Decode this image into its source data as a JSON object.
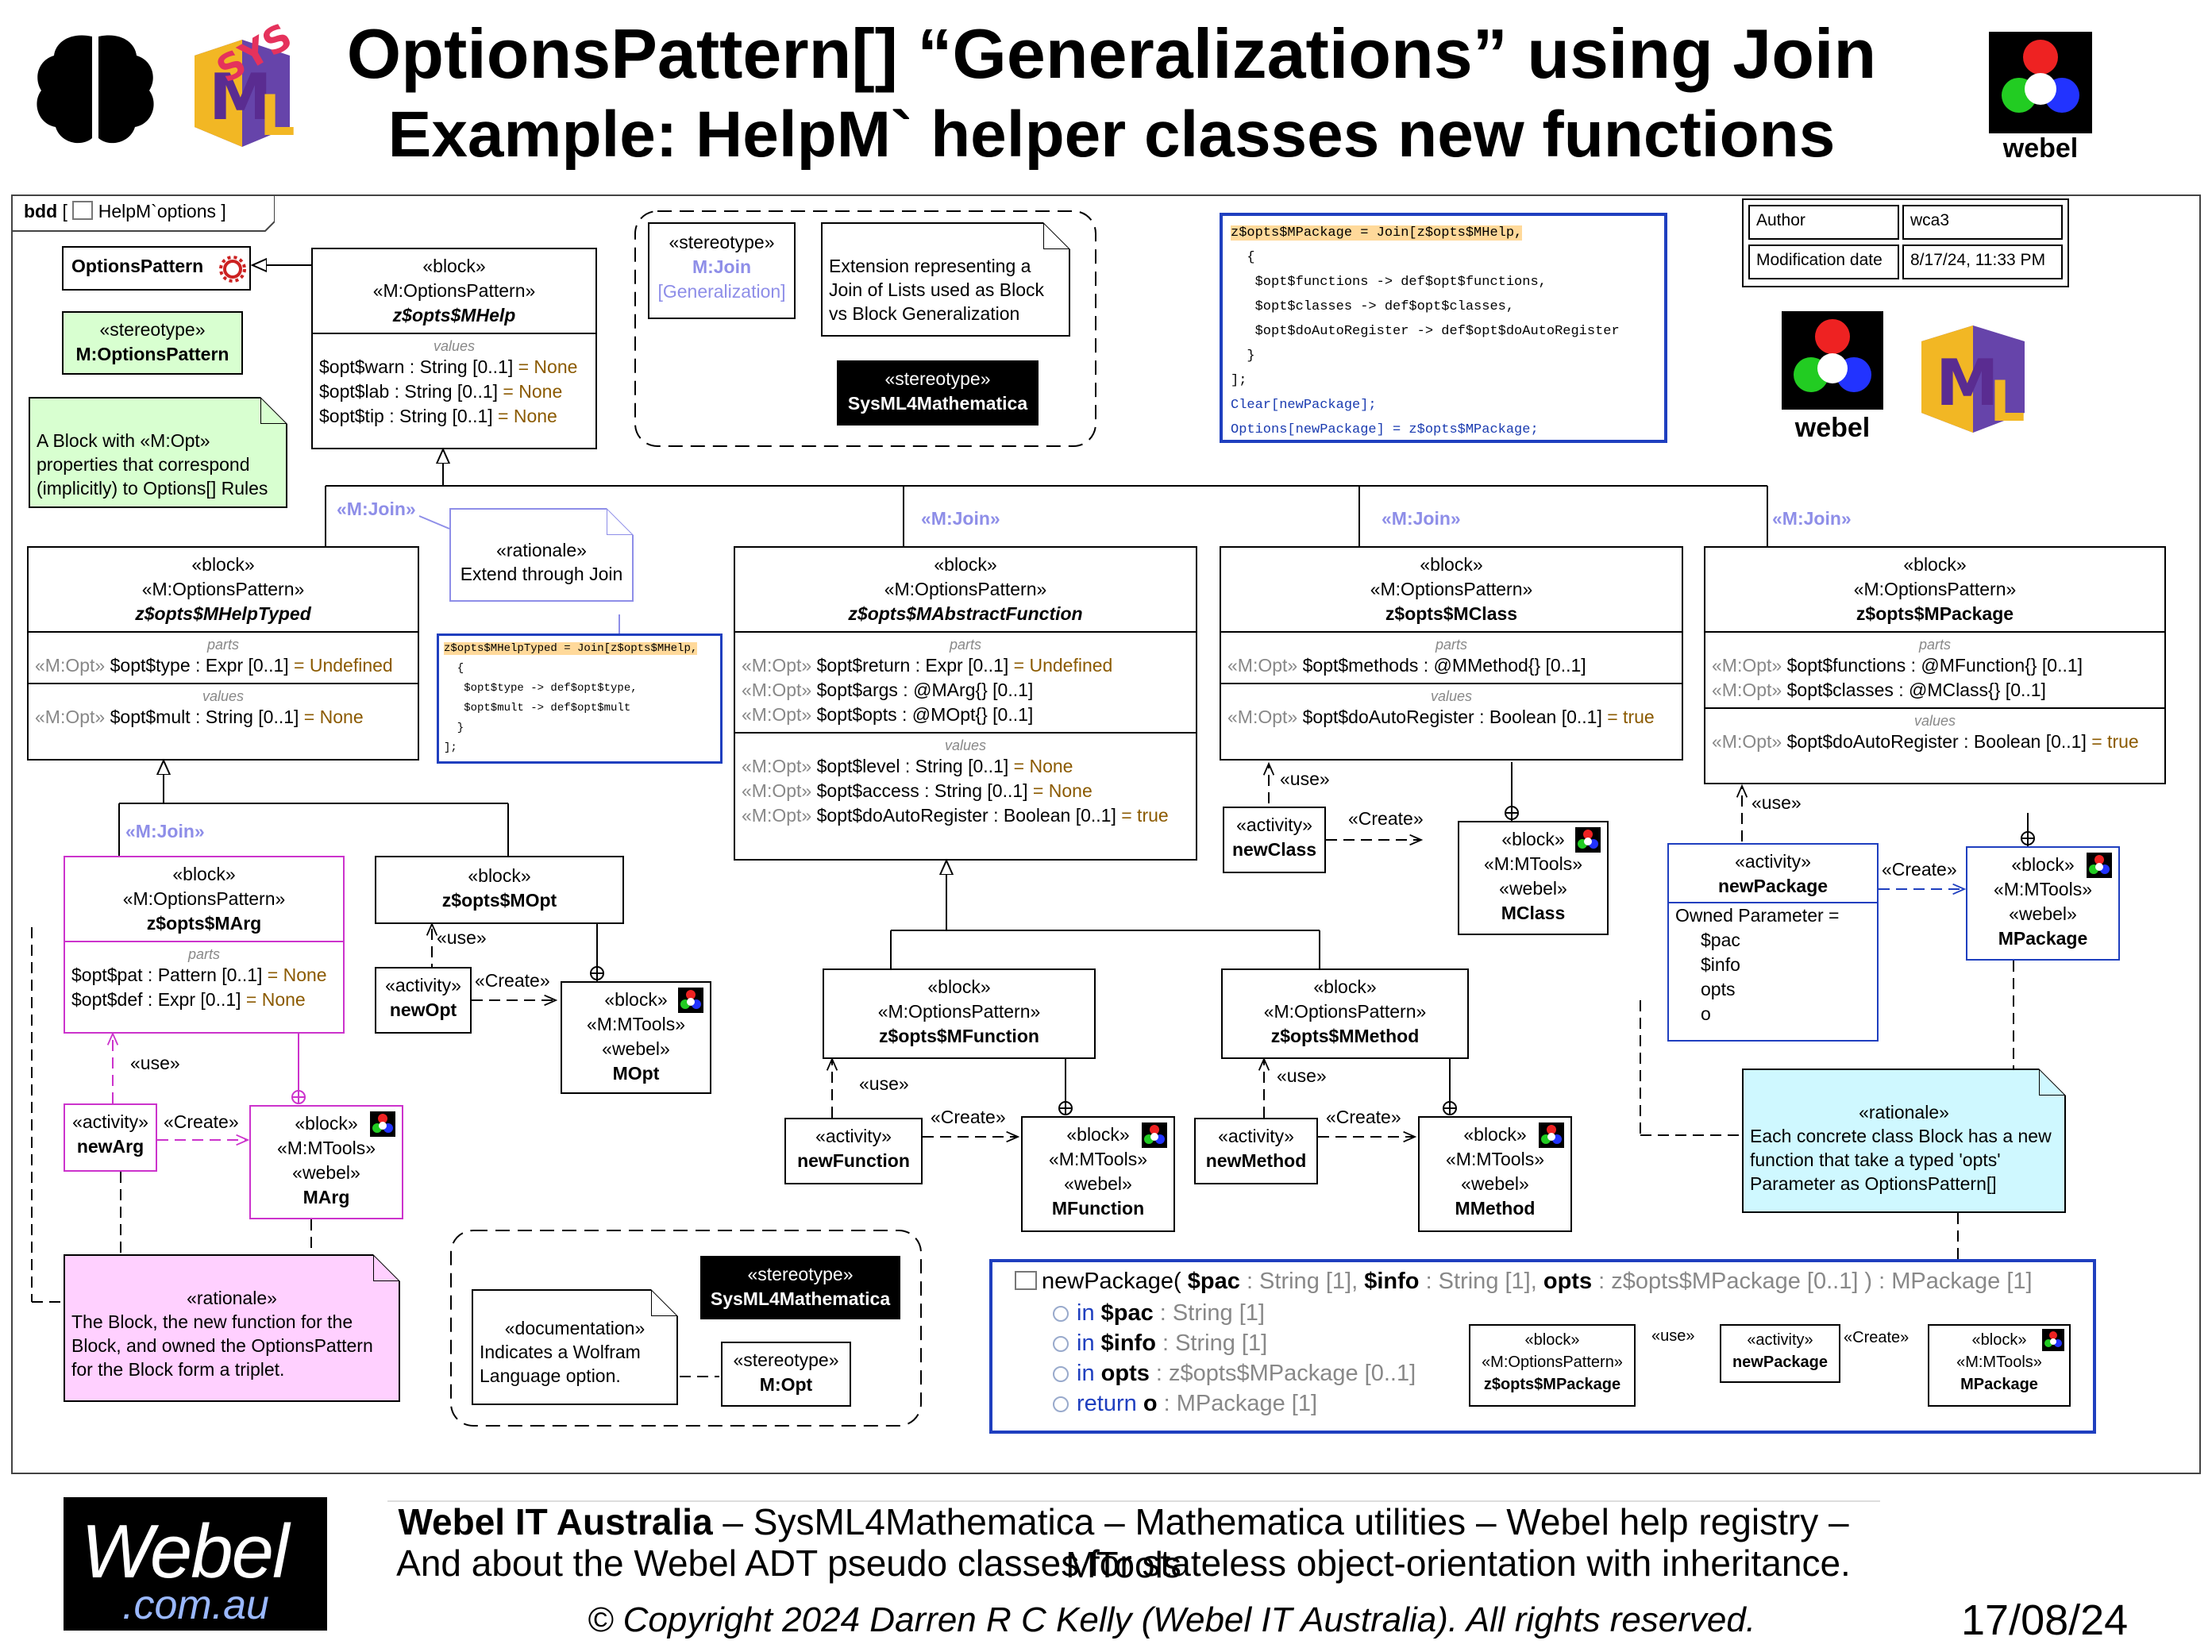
{
  "header": {
    "title_line1": "OptionsPattern[] “Generalizations” using Join",
    "title_line2": "Example: HelpM` helper classes new functions",
    "webel_logo_label": "webel"
  },
  "colors": {
    "accent_join": "#8e8ee8",
    "code_border": "#1f3fbf",
    "rationale_pink": "#ffd0ff",
    "rationale_cyan": "#cff8ff",
    "stereotype_green": "#d8ffd0",
    "highlight": "#ffd99a",
    "magenta_border": "#cc33cc"
  },
  "diagram": {
    "frame_kind": "bdd",
    "frame_name": "HelpM`options",
    "meta": {
      "author_label": "Author",
      "author_value": "wca3",
      "moddate_label": "Modification date",
      "moddate_value": "8/17/24, 11:33 PM"
    },
    "webel_small_label": "webel",
    "options_pattern": "OptionsPattern",
    "stereotype_optionspattern": {
      "kw": "«stereotype»",
      "name": "M:OptionsPattern"
    },
    "note_block": "A Block with «M:Opt» properties that correspond (implicitly) to Options[] Rules",
    "stereo_join": {
      "kw": "«stereotype»",
      "name": "M:Join",
      "sub": "[Generalization]"
    },
    "note_join": "Extension representing a Join of Lists used as Block vs Block Generalization",
    "stereo_sm4m_1": {
      "kw": "«stereotype»",
      "name": "SysML4Mathematica"
    },
    "code_mpackage": [
      "z$opts$MPackage = Join[z$opts$MHelp,",
      "  {",
      "   $opt$functions -> def$opt$functions,",
      "   $opt$classes -> def$opt$classes,",
      "   $opt$doAutoRegister -> def$opt$doAutoRegister",
      "  }",
      "];",
      "Clear[newPackage];",
      "Options[newPackage] = z$opts$MPackage;"
    ],
    "code_mhelptyped": [
      "z$opts$MHelpTyped = Join[z$opts$MHelp,",
      "  {",
      "   $opt$type -> def$opt$type,",
      "   $opt$mult -> def$opt$mult",
      "  }",
      "];"
    ],
    "join_label": "«M:Join»",
    "rationale_extend": {
      "kw": "«rationale»",
      "text": "Extend through Join"
    },
    "mhelp": {
      "kw1": "«block»",
      "kw2": "«M:OptionsPattern»",
      "name": "z$opts$MHelp",
      "values_title": "values",
      "values": [
        {
          "name": "$opt$warn",
          "type": " : String [0..1]",
          "def": " = None"
        },
        {
          "name": "$opt$lab",
          "type": " : String [0..1]",
          "def": " = None"
        },
        {
          "name": "$opt$tip",
          "type": " : String [0..1]",
          "def": " = None"
        }
      ]
    },
    "mhelptyped": {
      "kw1": "«block»",
      "kw2": "«M:OptionsPattern»",
      "name": "z$opts$MHelpTyped",
      "parts_title": "parts",
      "parts": [
        {
          "st": "«M:Opt» ",
          "name": "$opt$type",
          "type": " : Expr [0..1]",
          "def": " = Undefined"
        }
      ],
      "values_title": "values",
      "values": [
        {
          "st": "«M:Opt» ",
          "name": "$opt$mult",
          "type": " : String [0..1]",
          "def": " = None"
        }
      ]
    },
    "marg": {
      "kw1": "«block»",
      "kw2": "«M:OptionsPattern»",
      "name": "z$opts$MArg",
      "parts_title": "parts",
      "parts": [
        {
          "name": "$opt$pat",
          "type": " : Pattern [0..1]",
          "def": " = None"
        },
        {
          "name": "$opt$def",
          "type": " : Expr [0..1]",
          "def": " = None"
        }
      ]
    },
    "mopt": {
      "kw1": "«block»",
      "name": "z$opts$MOpt"
    },
    "mabstract": {
      "kw1": "«block»",
      "kw2": "«M:OptionsPattern»",
      "name": "z$opts$MAbstractFunction",
      "parts_title": "parts",
      "parts": [
        {
          "st": "«M:Opt» ",
          "name": "$opt$return",
          "type": " : Expr [0..1]",
          "def": " = Undefined"
        },
        {
          "st": "«M:Opt» ",
          "name": "$opt$args",
          "type": " : @MArg{} [0..1]",
          "def": ""
        },
        {
          "st": "«M:Opt» ",
          "name": "$opt$opts",
          "type": " : @MOpt{} [0..1]",
          "def": ""
        }
      ],
      "values_title": "values",
      "values": [
        {
          "st": "«M:Opt» ",
          "name": "$opt$level",
          "type": " : String [0..1]",
          "def": " = None"
        },
        {
          "st": "«M:Opt» ",
          "name": "$opt$access",
          "type": " : String [0..1]",
          "def": " = None"
        },
        {
          "st": "«M:Opt» ",
          "name": "$opt$doAutoRegister",
          "type": " : Boolean [0..1]",
          "def": " = true"
        }
      ]
    },
    "mclass": {
      "kw1": "«block»",
      "kw2": "«M:OptionsPattern»",
      "name": "z$opts$MClass",
      "parts_title": "parts",
      "parts": [
        {
          "st": "«M:Opt» ",
          "name": "$opt$methods",
          "type": " : @MMethod{} [0..1]",
          "def": ""
        }
      ],
      "values_title": "values",
      "values": [
        {
          "st": "«M:Opt» ",
          "name": "$opt$doAutoRegister",
          "type": " : Boolean [0..1]",
          "def": " = true"
        }
      ]
    },
    "mpackage": {
      "kw1": "«block»",
      "kw2": "«M:OptionsPattern»",
      "name": "z$opts$MPackage",
      "parts_title": "parts",
      "parts": [
        {
          "st": "«M:Opt» ",
          "name": "$opt$functions",
          "type": " : @MFunction{} [0..1]",
          "def": ""
        },
        {
          "st": "«M:Opt» ",
          "name": "$opt$classes",
          "type": " : @MClass{} [0..1]",
          "def": ""
        }
      ],
      "values_title": "values",
      "values": [
        {
          "st": "«M:Opt» ",
          "name": "$opt$doAutoRegister",
          "type": " : Boolean [0..1]",
          "def": " = true"
        }
      ]
    },
    "mfunction": {
      "kw1": "«block»",
      "kw2": "«M:OptionsPattern»",
      "name": "z$opts$MFunction"
    },
    "mmethod": {
      "kw1": "«block»",
      "kw2": "«M:OptionsPattern»",
      "name": "z$opts$MMethod"
    },
    "use_label": "«use»",
    "create_label": "«Create»",
    "activity_kw": "«activity»",
    "mtools": {
      "kw1": "«block»",
      "kw2": "«M:MTools»",
      "kw3": "«webel»"
    },
    "act_newclass": "newClass",
    "act_newopt": "newOpt",
    "act_newarg": "newArg",
    "act_newfunction": "newFunction",
    "act_newmethod": "newMethod",
    "act_newpackage": "newPackage",
    "act_newpackage_owned": "Owned Parameter =",
    "act_newpackage_params": [
      "$pac",
      "$info",
      "opts",
      "o"
    ],
    "mt_mclass": "MClass",
    "mt_mopt": "MOpt",
    "mt_marg": "MArg",
    "mt_mfunction": "MFunction",
    "mt_mmethod": "MMethod",
    "mt_mpackage": "MPackage",
    "rationale_pink_note": {
      "kw": "«rationale»",
      "text": "The Block, the new function for the Block, and owned the OptionsPattern for the Block form a triplet."
    },
    "rationale_cyan_note": {
      "kw": "«rationale»",
      "text": "Each concrete class Block has a new function that take a typed 'opts' Parameter as OptionsPattern[]"
    },
    "doc_note": {
      "kw": "«documentation»",
      "text": "Indicates a Wolfram Language option."
    },
    "stereo_sm4m_2": {
      "kw": "«stereotype»",
      "name": "SysML4Mathematica"
    },
    "stereo_mopt": {
      "kw": "«stereotype»",
      "name": "M:Opt"
    },
    "signature": {
      "name": "newPackage( ",
      "p1n": "$pac",
      "p1t": " : String [1], ",
      "p2n": "$info",
      "p2t": " : String [1], ",
      "p3n": "opts",
      "p3t": " : z$opts$MPackage [0..1] ) : MPackage [1]",
      "params": [
        {
          "dir": "in ",
          "name": "$pac",
          "type": " : String [1]"
        },
        {
          "dir": "in ",
          "name": "$info",
          "type": " : String [1]"
        },
        {
          "dir": "in ",
          "name": "opts",
          "type": " : z$opts$MPackage [0..1]"
        },
        {
          "dir": "return ",
          "name": "o",
          "type": " : MPackage [1]"
        }
      ]
    },
    "mini": {
      "b1_kw1": "«block»",
      "b1_kw2": "«M:OptionsPattern»",
      "b1_name": "z$opts$MPackage",
      "use": "«use»",
      "act_kw": "«activity»",
      "act_name": "newPackage",
      "create": "«Create»",
      "b2_kw1": "«block»",
      "b2_kw2": "«M:MTools»",
      "b2_name": "MPackage"
    }
  },
  "footer": {
    "logo_main": "Webel",
    "logo_sub": ".com.au",
    "company": "Webel IT Australia",
    "line1_rest": " – SysML4Mathematica – Mathematica utilities – Webel help registry – MTools",
    "line2": "And about the Webel ADT pseudo classes for stateless object-orientation with inheritance.",
    "copyright": "© Copyright 2024 Darren R C Kelly (Webel IT Australia). All rights reserved.",
    "date": "17/08/24"
  }
}
